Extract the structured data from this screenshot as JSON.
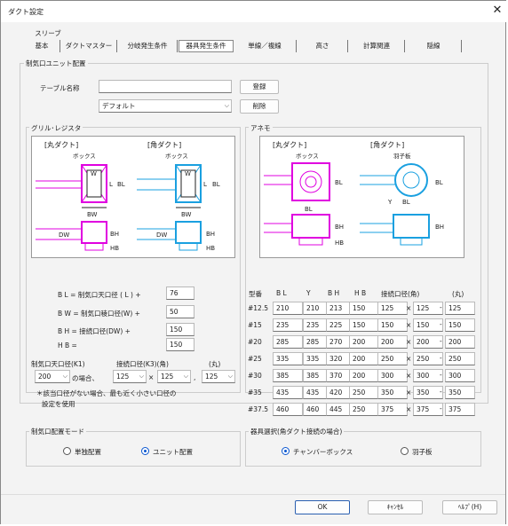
{
  "window": {
    "title": "ダクト設定",
    "close": "✕"
  },
  "tabs": {
    "row1": [
      "スリーブ"
    ],
    "row2": [
      "基本",
      "ダクトマスター",
      "分岐発生条件",
      "器具発生条件",
      "単線／複線",
      "高さ",
      "計算関連",
      "隠線"
    ],
    "active": "器具発生条件"
  },
  "group_main": "制気口ユニット配置",
  "table_name": {
    "label": "テーブル名称",
    "value": "",
    "register": "登録",
    "select": "デフォルト",
    "delete": "削除"
  },
  "grille": {
    "title": "グリル･レジスタ",
    "diagram": {
      "round": "[丸ダクト]",
      "square": "[角ダクト]",
      "box1": "ボックス",
      "box2": "ボックス",
      "W": "W",
      "L": "L",
      "BL": "BL",
      "BW": "BW",
      "DW": "DW",
      "BH": "BH",
      "HB": "HB"
    },
    "params": [
      {
        "label": "B L = 制気口天口径 ( L ) +",
        "value": "76"
      },
      {
        "label": "B W = 制気口稜口径(W) +",
        "value": "50"
      },
      {
        "label": "B H = 接続口径(DW) +",
        "value": "150"
      },
      {
        "label": "H B =",
        "value": "150"
      }
    ],
    "k1_label": "制気口天口径(K1)",
    "k3_label": "接続口径(K3)(角)",
    "round_label": "(丸)",
    "k1": "200",
    "case_text": "の場合、",
    "k3a": "125",
    "k3b": "125",
    "round": "125",
    "times": "×",
    "note1": "＊該当口径がない場合、最も近く小さい口径の",
    "note2": "設定を使用"
  },
  "anemo": {
    "title": "アネモ",
    "diagram": {
      "round": "[丸ダクト]",
      "square": "[角ダクト]",
      "box": "ボックス",
      "vane": "羽子板",
      "BL": "BL",
      "Y": "Y",
      "BH": "BH",
      "HB": "HB"
    },
    "headers": [
      "型番",
      "B L",
      "Y",
      "B H",
      "H B",
      "接続口径(角)",
      "(丸)"
    ],
    "rows": [
      {
        "model": "#12.5",
        "v": [
          "210",
          "210",
          "213",
          "150",
          "125",
          "125",
          "125"
        ]
      },
      {
        "model": "#15",
        "v": [
          "235",
          "235",
          "225",
          "150",
          "150",
          "150",
          "150"
        ]
      },
      {
        "model": "#20",
        "v": [
          "285",
          "285",
          "270",
          "200",
          "200",
          "200",
          "200"
        ]
      },
      {
        "model": "#25",
        "v": [
          "335",
          "335",
          "320",
          "200",
          "250",
          "250",
          "250"
        ]
      },
      {
        "model": "#30",
        "v": [
          "385",
          "385",
          "370",
          "200",
          "300",
          "300",
          "300"
        ]
      },
      {
        "model": "#35",
        "v": [
          "435",
          "435",
          "420",
          "250",
          "350",
          "350",
          "350"
        ]
      },
      {
        "model": "#37.5",
        "v": [
          "460",
          "460",
          "445",
          "250",
          "375",
          "375",
          "375"
        ]
      }
    ]
  },
  "mode": {
    "title": "制気口配置モード",
    "opt1": "単独配置",
    "opt2": "ユニット配置",
    "selected": "ユニット配置"
  },
  "equip": {
    "title": "器具選択(角ダクト接続の場合)",
    "opt1": "チャンバーボックス",
    "opt2": "羽子板",
    "selected": "チャンバーボックス"
  },
  "buttons": {
    "ok": "OK",
    "cancel": "ｷｬﾝｾﾙ",
    "help": "ﾍﾙﾌﾟ(H)"
  },
  "colors": {
    "magenta": "#e000e0",
    "blue": "#1aa0e0",
    "accent": "#0b57d0"
  }
}
